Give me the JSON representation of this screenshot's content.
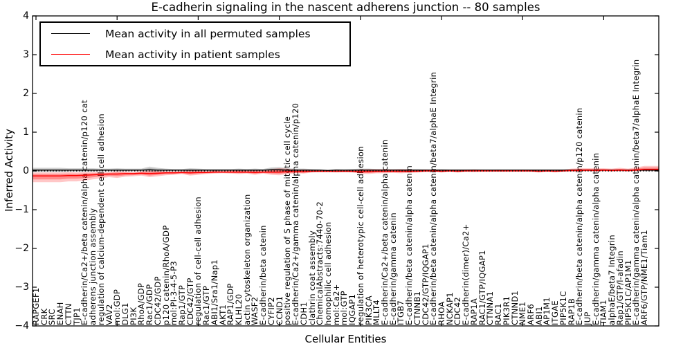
{
  "chart_data": {
    "type": "line",
    "title": "E-cadherin signaling in the nascent adherens junction -- 80 samples",
    "xlabel": "Cellular Entities",
    "ylabel": "Inferred Activity",
    "ylim": [
      -4,
      4
    ],
    "yticks": [
      -4,
      -3,
      -2,
      -1,
      0,
      1,
      2,
      3,
      4
    ],
    "xtick_every": 10,
    "grid": false,
    "legend_position": "upper left",
    "zero_reference_line": "dotted",
    "categories": [
      "RAPGEF1",
      "CRK",
      "SRC",
      "ENAH",
      "CTTN",
      "TJP1",
      "E-cadherin/Ca2+/beta catenin/alpha catenin/p120 cat",
      "adherens junction assembly",
      "regulation of calcium-dependent cell-cell adhesion",
      "VAV2",
      "mol:GDP",
      "DLG1",
      "PI3K",
      "RhoA/GDP",
      "Rac1/GDP",
      "CDC42/GDP",
      "p120 catenin/RhoA/GDP",
      "mol:PI-3-4-5-P3",
      "Rap1/GTP",
      "CDC42/GTP",
      "regulation of cell-cell adhesion",
      "Rac1/GTP",
      "ABI1/Sra1/Nap1",
      "AKT1",
      "RAP1/GDP",
      "KLHL20",
      "actin cytoskeleton organization",
      "WASF2",
      "E-cadherin/beta catenin",
      "CYFIP2",
      "CCND1",
      "positive regulation of S phase of mitotic cell cycle",
      "E-cadherin/Ca2+/gamma catenin/alpha catenin/p120",
      "CDH1",
      "clathrin coat assembly",
      "ChemicalAbstracts:7440-70-2",
      "homophilic cell adhesion",
      "mol:Ca2+",
      "mol:GTP",
      "IQGAP1",
      "regulation of heterotypic cell-cell adhesion",
      "PIK3CA",
      "MLLT4",
      "E-cadherin/Ca2+/beta catenin/alpha catenin",
      "E-cadherin/gamma catenin",
      "ITGB7",
      "E-cadherin/beta catenin/alpha catenin",
      "CTNNB1",
      "CDC42/GTP/IQGAP1",
      "E-cadherin/beta catenin/alpha catenin/beta7/alphaE Integrin",
      "RHOA",
      "NCKAP1",
      "CDC42",
      "E-cadherin(dimer)/Ca2+",
      "RAP1A",
      "RAC1/GTP/IQGAP1",
      "CTNNA1",
      "RAC1",
      "PIK3R1",
      "CTNND1",
      "NME1",
      "ARF6",
      "ABI1",
      "AP1M1",
      "ITGAE",
      "PIP5K1C",
      "RAP1B",
      "E-cadherin/beta catenin/alpha catenin/p120 catenin",
      "JUP",
      "E-cadherin/gamma catenin/alpha catenin",
      "TIAM1",
      "alphaE/beta7 Integrin",
      "Rap1/GTP/l-afadin",
      "PIP5K1C/AP1M1",
      "E-cadherin/gamma catenin/alpha catenin/beta7/alphaE Integrin",
      "ARF6/GTP/NME1/Tiam1"
    ],
    "series": [
      {
        "name": "Mean activity in all permuted samples",
        "color": "#000000",
        "band_color": "#7f7f7f",
        "values": [
          0.02,
          0.02,
          0.02,
          0.02,
          0.02,
          0.02,
          0.02,
          0.02,
          0.02,
          0.02,
          0.02,
          0.02,
          0.02,
          0.02,
          0.03,
          0.02,
          0.02,
          0.02,
          0.02,
          0.02,
          0.02,
          0.02,
          0.02,
          0.02,
          0.02,
          0.02,
          0.02,
          0.02,
          0.02,
          0.03,
          0.03,
          0.02,
          0.02,
          0.02,
          0.02,
          0.02,
          0.01,
          0.02,
          0.02,
          0.02,
          0.02,
          0.02,
          0.02,
          0.02,
          0.02,
          0.02,
          0.02,
          0.02,
          0.02,
          0.02,
          0.02,
          0.02,
          0.02,
          0.02,
          0.02,
          0.02,
          0.02,
          0.02,
          0.02,
          0.02,
          0.02,
          0.02,
          0.02,
          0.02,
          0.02,
          0.02,
          0.02,
          0.02,
          0.02,
          0.02,
          0.02,
          0.02,
          0.02,
          0.02,
          0.02,
          0.02
        ],
        "band_upper": [
          0.06,
          0.06,
          0.06,
          0.06,
          0.05,
          0.05,
          0.05,
          0.05,
          0.04,
          0.04,
          0.05,
          0.04,
          0.04,
          0.04,
          0.08,
          0.06,
          0.04,
          0.03,
          0.03,
          0.05,
          0.04,
          0.03,
          0.03,
          0.03,
          0.03,
          0.04,
          0.03,
          0.04,
          0.03,
          0.06,
          0.07,
          0.05,
          0.04,
          0.04,
          0.03,
          0.02,
          0.02,
          0.03,
          0.02,
          0.03,
          0.04,
          0.04,
          0.03,
          0.03,
          0.03,
          0.03,
          0.03,
          0.03,
          0.02,
          0.02,
          0.03,
          0.02,
          0.02,
          0.02,
          0.02,
          0.02,
          0.02,
          0.02,
          0.02,
          0.02,
          0.02,
          0.02,
          0.02,
          0.02,
          0.02,
          0.02,
          0.03,
          0.03,
          0.03,
          0.03,
          0.03,
          0.02,
          0.03,
          0.02,
          0.03,
          0.04
        ],
        "band_lower": [
          0.05,
          0.05,
          0.05,
          0.05,
          0.04,
          0.04,
          0.04,
          0.04,
          0.03,
          0.03,
          0.04,
          0.03,
          0.03,
          0.03,
          0.06,
          0.05,
          0.03,
          0.03,
          0.03,
          0.04,
          0.03,
          0.03,
          0.03,
          0.02,
          0.02,
          0.03,
          0.02,
          0.03,
          0.02,
          0.05,
          0.05,
          0.04,
          0.03,
          0.03,
          0.02,
          0.02,
          0.02,
          0.02,
          0.02,
          0.02,
          0.03,
          0.03,
          0.02,
          0.02,
          0.02,
          0.02,
          0.02,
          0.02,
          0.02,
          0.02,
          0.02,
          0.02,
          0.02,
          0.02,
          0.02,
          0.02,
          0.02,
          0.02,
          0.02,
          0.02,
          0.02,
          0.02,
          0.02,
          0.02,
          0.02,
          0.02,
          0.02,
          0.02,
          0.02,
          0.02,
          0.02,
          0.02,
          0.02,
          0.02,
          0.02,
          0.03
        ]
      },
      {
        "name": "Mean activity in patient samples",
        "color": "#ff0000",
        "band_color": "#ff0000",
        "values": [
          -0.13,
          -0.13,
          -0.13,
          -0.13,
          -0.12,
          -0.12,
          -0.11,
          -0.1,
          -0.09,
          -0.08,
          -0.08,
          -0.07,
          -0.07,
          -0.06,
          -0.07,
          -0.06,
          -0.05,
          -0.05,
          -0.04,
          -0.05,
          -0.04,
          -0.04,
          -0.03,
          -0.03,
          -0.03,
          -0.03,
          -0.03,
          -0.04,
          -0.03,
          -0.03,
          -0.03,
          -0.02,
          -0.02,
          -0.02,
          -0.01,
          -0.01,
          -0.01,
          -0.01,
          -0.01,
          -0.01,
          -0.02,
          -0.02,
          -0.01,
          -0.01,
          -0.01,
          -0.01,
          -0.01,
          -0.01,
          0.0,
          0.0,
          -0.01,
          0.0,
          -0.01,
          0.0,
          0.0,
          0.0,
          0.0,
          0.0,
          0.0,
          0.0,
          0.0,
          0.0,
          -0.01,
          0.0,
          -0.01,
          0.0,
          0.01,
          0.01,
          0.02,
          0.01,
          0.02,
          0.01,
          0.02,
          0.01,
          0.02,
          0.04
        ],
        "band_upper": [
          0.09,
          0.09,
          0.09,
          0.09,
          0.09,
          0.08,
          0.08,
          0.07,
          0.06,
          0.05,
          0.07,
          0.05,
          0.04,
          0.05,
          0.08,
          0.06,
          0.04,
          0.04,
          0.03,
          0.06,
          0.05,
          0.03,
          0.04,
          0.03,
          0.04,
          0.05,
          0.04,
          0.06,
          0.04,
          0.08,
          0.1,
          0.08,
          0.05,
          0.06,
          0.04,
          0.03,
          0.03,
          0.04,
          0.03,
          0.04,
          0.06,
          0.07,
          0.06,
          0.06,
          0.05,
          0.06,
          0.05,
          0.04,
          0.04,
          0.03,
          0.04,
          0.03,
          0.04,
          0.03,
          0.04,
          0.03,
          0.02,
          0.03,
          0.02,
          0.02,
          0.03,
          0.02,
          0.03,
          0.02,
          0.03,
          0.03,
          0.05,
          0.06,
          0.05,
          0.06,
          0.05,
          0.05,
          0.06,
          0.05,
          0.07,
          0.09
        ],
        "band_lower": [
          0.16,
          0.16,
          0.16,
          0.16,
          0.15,
          0.15,
          0.14,
          0.12,
          0.1,
          0.08,
          0.1,
          0.08,
          0.07,
          0.06,
          0.09,
          0.08,
          0.06,
          0.05,
          0.04,
          0.07,
          0.06,
          0.04,
          0.04,
          0.03,
          0.04,
          0.05,
          0.04,
          0.06,
          0.04,
          0.07,
          0.08,
          0.06,
          0.04,
          0.05,
          0.03,
          0.02,
          0.02,
          0.03,
          0.02,
          0.03,
          0.05,
          0.06,
          0.05,
          0.05,
          0.04,
          0.05,
          0.04,
          0.03,
          0.03,
          0.02,
          0.03,
          0.02,
          0.03,
          0.02,
          0.03,
          0.02,
          0.02,
          0.02,
          0.02,
          0.02,
          0.02,
          0.02,
          0.03,
          0.02,
          0.02,
          0.02,
          0.03,
          0.03,
          0.03,
          0.03,
          0.03,
          0.03,
          0.03,
          0.03,
          0.03,
          0.04
        ]
      }
    ]
  }
}
